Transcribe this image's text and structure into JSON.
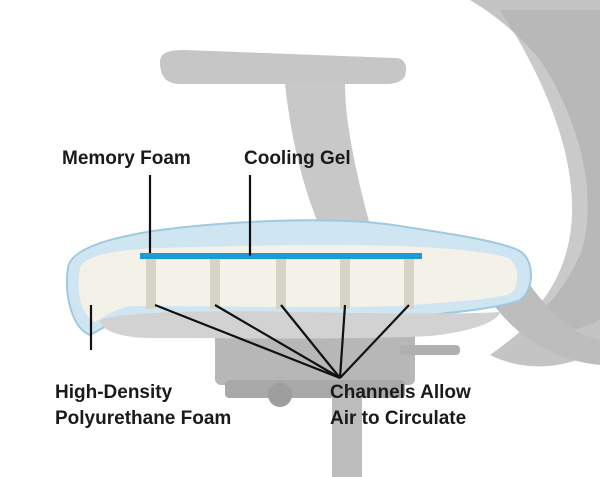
{
  "labels": {
    "memory_foam": "Memory Foam",
    "cooling_gel": "Cooling Gel",
    "high_density_line1": "High-Density",
    "high_density_line2": "Polyurethane Foam",
    "channels_line1": "Channels Allow",
    "channels_line2": "Air to Circulate"
  },
  "colors": {
    "cooling_gel": "#1e9ad6",
    "outer_shell_tint": "#cfe6f2",
    "foam": "#f3f1e8",
    "channel": "#d6d4c6",
    "chair_frame": "#c4c4c4",
    "chair_mesh": "#b3b3b3",
    "leader_line": "#111111"
  }
}
